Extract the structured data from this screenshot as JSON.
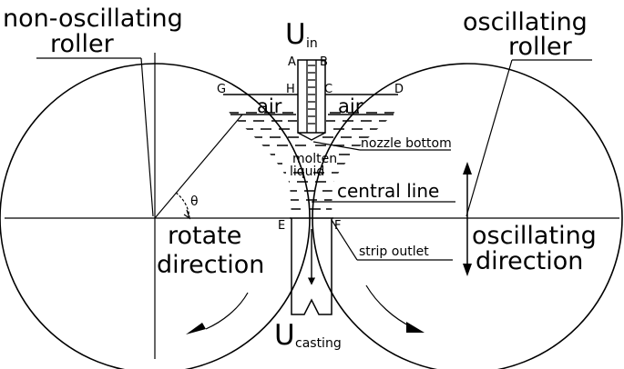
{
  "labels": {
    "non_oscillating_roller_line1": "non-oscillating",
    "non_oscillating_roller_line2": "roller",
    "oscillating_roller_line1": "oscillating",
    "oscillating_roller_line2": "roller",
    "u_in_main": "U",
    "u_in_sub": "in",
    "u_casting_main": "U",
    "u_casting_sub": "casting",
    "air_left": "air",
    "air_right": "air",
    "nozzle_bottom": "nozzle bottom",
    "molten_line1": "molten",
    "molten_line2": "liquid",
    "central_line": "central line",
    "strip_outlet": "strip outlet",
    "rotate_line1": "rotate",
    "rotate_line2": "direction",
    "oscillating_dir_line1": "oscillating",
    "oscillating_dir_line2": "direction",
    "theta": "θ"
  },
  "points": {
    "A": "A",
    "B": "B",
    "C": "C",
    "D": "D",
    "E": "E",
    "F": "F",
    "G": "G",
    "H": "H"
  }
}
